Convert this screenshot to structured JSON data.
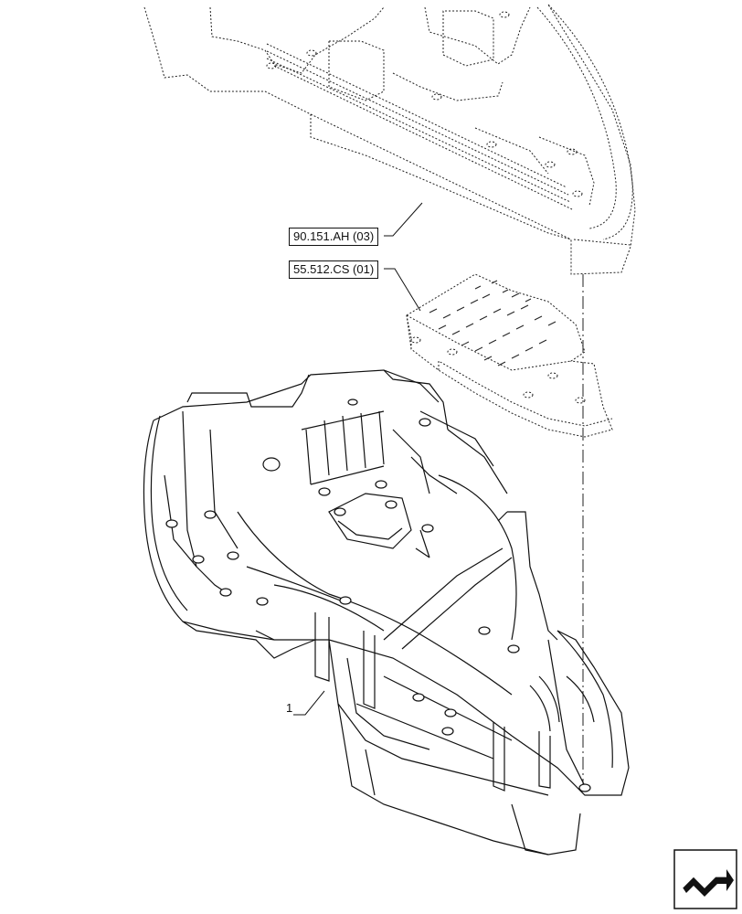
{
  "diagram": {
    "callouts": [
      {
        "id": "ref-upper-housing",
        "label": "90.151.AH (03)"
      },
      {
        "id": "ref-electronic-module",
        "label": "55.512.CS (01)"
      }
    ],
    "item_number": "1"
  },
  "icons": {
    "nav": "navigation-arrow-icon"
  },
  "colors": {
    "line": "#111111",
    "background": "#ffffff"
  }
}
